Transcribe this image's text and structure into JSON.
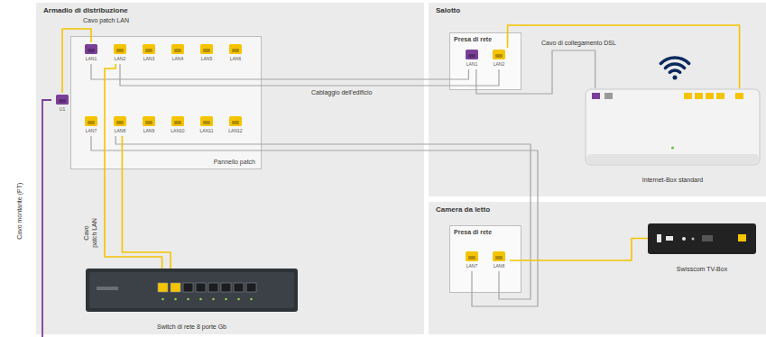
{
  "diagram": {
    "nodes": [
      {
        "text": [
          "Armadio di distribuzione"
        ]
      },
      {
        "text": [
          "U1"
        ],
        "in": 0
      },
      {
        "text": [
          "Pannello patch"
        ],
        "in": 0
      },
      {
        "text": [
          "LAN1"
        ],
        "in": 2
      },
      {
        "text": [
          "LAN2"
        ],
        "in": 2
      },
      {
        "text": [
          "LAN3"
        ],
        "in": 2
      },
      {
        "text": [
          "LAN4"
        ],
        "in": 2
      },
      {
        "text": [
          "LAN5"
        ],
        "in": 2
      },
      {
        "text": [
          "LAN6"
        ],
        "in": 2
      },
      {
        "text": [
          "LAN7"
        ],
        "in": 2
      },
      {
        "text": [
          "LAN8"
        ],
        "in": 2
      },
      {
        "text": [
          "LAN9"
        ],
        "in": 2
      },
      {
        "text": [
          "LAN10"
        ],
        "in": 2
      },
      {
        "text": [
          "LAN11"
        ],
        "in": 2
      },
      {
        "text": [
          "LAN12"
        ],
        "in": 2
      },
      {
        "text": [
          "Switch di rete 8 porte Gb"
        ],
        "in": 0
      },
      {
        "text": [
          "Salotto"
        ]
      },
      {
        "text": [
          "Presa di rete"
        ],
        "in": 16
      },
      {
        "text": [
          "LAN1"
        ],
        "in": 17
      },
      {
        "text": [
          "LAN2"
        ],
        "in": 17
      },
      {
        "text": [
          "Internet-Box standard"
        ],
        "in": 16
      },
      {
        "text": [
          "Camera da letto"
        ]
      },
      {
        "text": [
          "Presa di rete"
        ],
        "in": 21
      },
      {
        "text": [
          "LAN7"
        ],
        "in": 22
      },
      {
        "text": [
          "LAN8"
        ],
        "in": 22
      },
      {
        "text": [
          "Swisscom TV-Box"
        ],
        "in": 21
      }
    ],
    "edges": [
      {
        "from": 1,
        "to": 3,
        "arrow": "none",
        "label": "Cavo patch LAN"
      },
      {
        "from": 3,
        "to": 18,
        "arrow": "none"
      },
      {
        "from": 4,
        "to": 19,
        "arrow": "none"
      },
      {
        "from": 9,
        "to": 23,
        "arrow": "none"
      },
      {
        "from": 10,
        "to": 24,
        "arrow": "none"
      },
      {
        "from": 4,
        "to": 15,
        "arrow": "none"
      },
      {
        "from": 10,
        "to": 15,
        "arrow": "none"
      },
      {
        "from": 18,
        "to": 20,
        "arrow": "none",
        "label": "Cavo di collegamento DSL"
      },
      {
        "from": 19,
        "to": 20,
        "arrow": "none"
      },
      {
        "from": 24,
        "to": 25,
        "arrow": "none"
      }
    ],
    "labels": [
      "Cablaggio dell'edificio",
      "Cavo patch LAN",
      "Cavo montante (PT)"
    ]
  }
}
